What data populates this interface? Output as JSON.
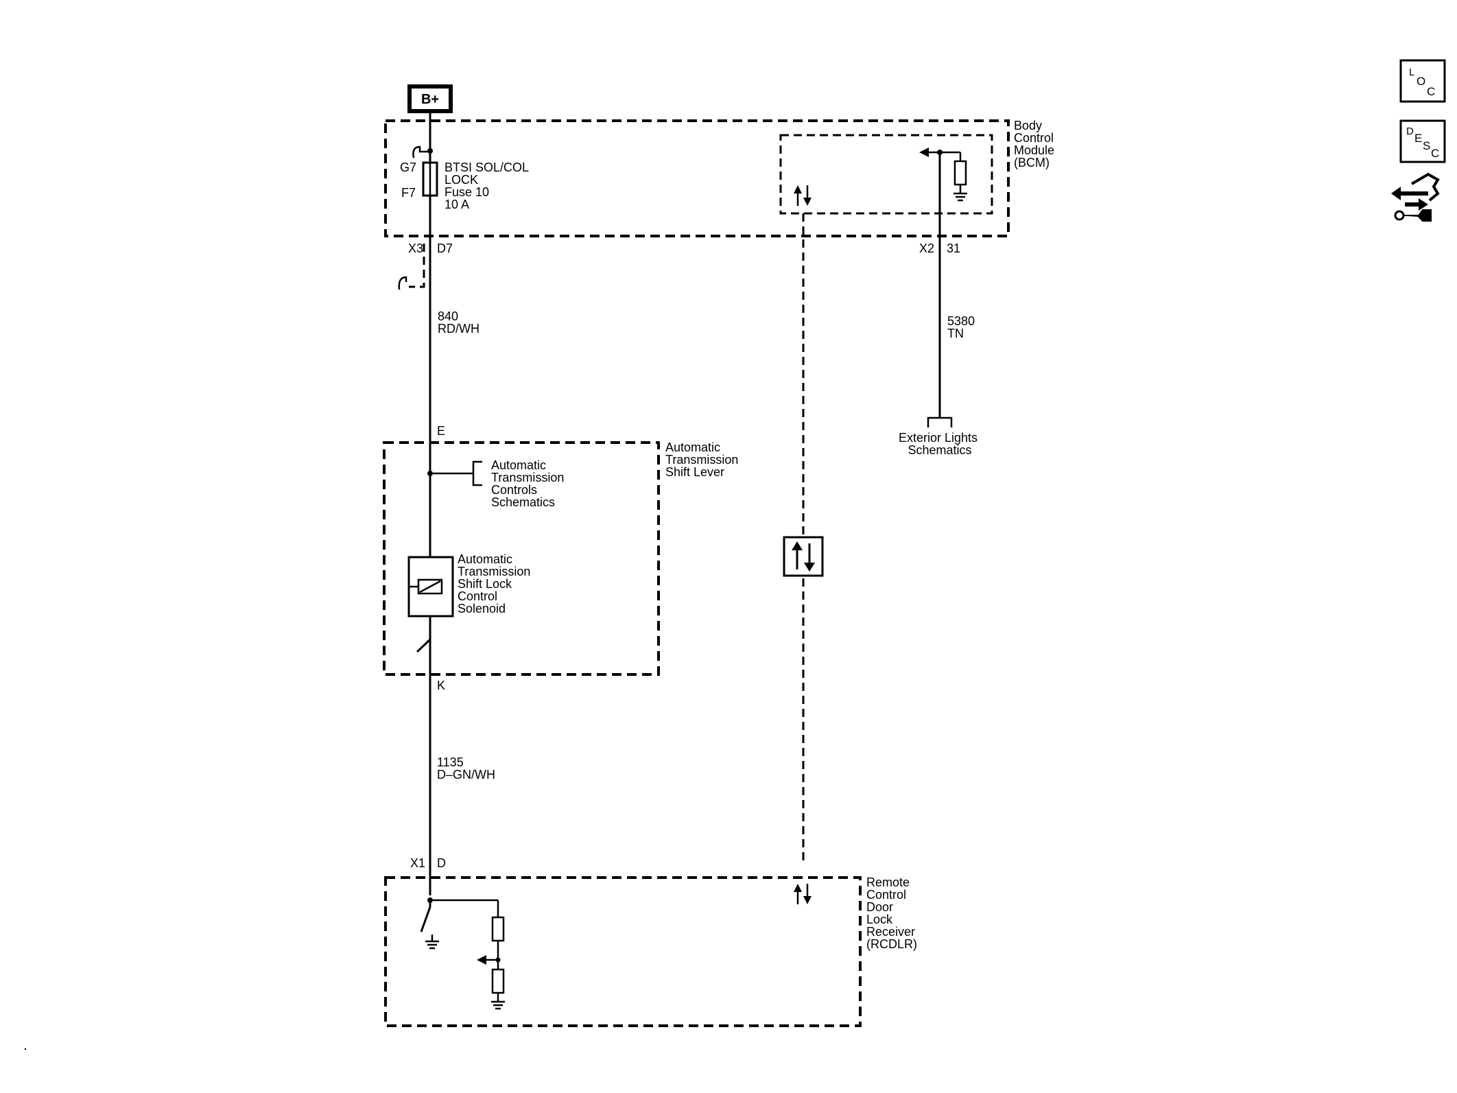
{
  "power": {
    "label": "B+"
  },
  "bcm": {
    "name_lines": [
      "Body",
      "Control",
      "Module",
      "(BCM)"
    ],
    "fuse_pin_top": "G7",
    "fuse_pin_bottom": "F7",
    "fuse_lines": [
      "BTSI SOL/COL",
      "LOCK",
      "Fuse 10",
      "10 A"
    ],
    "conn_left": "X3",
    "pin_left": "D7",
    "conn_right": "X2",
    "pin_right": "31"
  },
  "wire_840": {
    "number": "840",
    "color": "RD/WH"
  },
  "wire_5380": {
    "number": "5380",
    "color": "TN"
  },
  "exterior_lights": {
    "lines": [
      "Exterior Lights",
      "Schematics"
    ]
  },
  "shift_lever": {
    "name_lines": [
      "Automatic",
      "Transmission",
      "Shift Lever"
    ],
    "pin_top": "E",
    "pin_bottom": "K",
    "controls_ref_lines": [
      "Automatic",
      "Transmission",
      "Controls",
      "Schematics"
    ],
    "solenoid_lines": [
      "Automatic",
      "Transmission",
      "Shift Lock",
      "Control",
      "Solenoid"
    ]
  },
  "wire_1135": {
    "number": "1135",
    "color": "D–GN/WH"
  },
  "rcdlr": {
    "name_lines": [
      "Remote",
      "Control",
      "Door",
      "Lock",
      "Receiver",
      "(RCDLR)"
    ],
    "conn": "X1",
    "pin": "D"
  },
  "side_icons": {
    "loc": {
      "name": "loc-icon",
      "letters": [
        "L",
        "O",
        "C"
      ]
    },
    "desc": {
      "name": "desc-icon",
      "letters": [
        "D",
        "E",
        "S",
        "C"
      ]
    },
    "connector": {
      "name": "connector-tool-icon"
    }
  }
}
